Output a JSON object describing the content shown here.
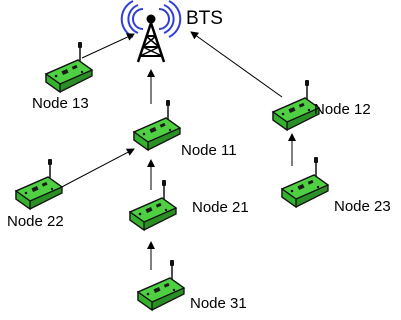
{
  "bts": {
    "label": "BTS"
  },
  "nodes": [
    {
      "id": "13",
      "label": "Node 13"
    },
    {
      "id": "12",
      "label": "Node 12"
    },
    {
      "id": "11",
      "label": "Node 11"
    },
    {
      "id": "22",
      "label": "Node 22"
    },
    {
      "id": "21",
      "label": "Node 21"
    },
    {
      "id": "23",
      "label": "Node 23"
    },
    {
      "id": "31",
      "label": "Node 31"
    }
  ],
  "links": [
    {
      "from": "13",
      "to": "BTS"
    },
    {
      "from": "11",
      "to": "BTS"
    },
    {
      "from": "12",
      "to": "BTS"
    },
    {
      "from": "22",
      "to": "11"
    },
    {
      "from": "21",
      "to": "11"
    },
    {
      "from": "23",
      "to": "12"
    },
    {
      "from": "31",
      "to": "21"
    }
  ],
  "colors": {
    "device_body": "#35b22d",
    "device_top": "#4fd043",
    "device_outline": "#1a1a1a",
    "signal_waves": "#2f3fd6",
    "tower": "#000000",
    "arrow": "#000000"
  },
  "icons": {
    "node": "sensor-node-icon",
    "bts": "bts-tower-icon"
  }
}
